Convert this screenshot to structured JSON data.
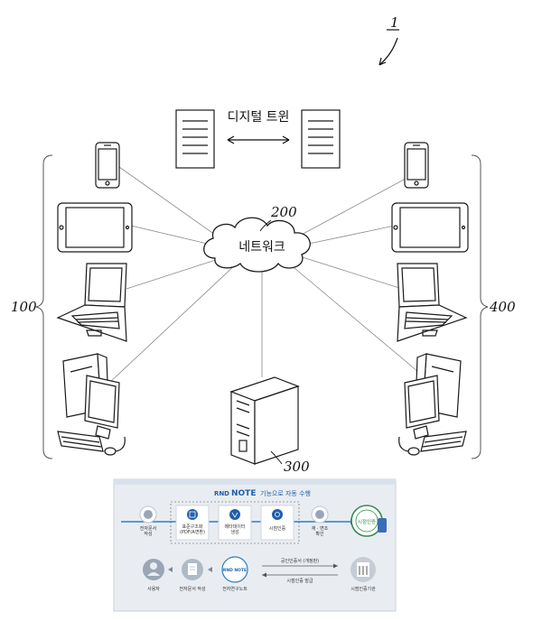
{
  "figure": {
    "ref_numeral": "1",
    "digital_twin_label": "디지털 트윈",
    "network_label": "네트워크",
    "network_ref": "200",
    "left_group_ref": "100",
    "right_group_ref": "400",
    "server_ref": "300"
  },
  "inset": {
    "logo_prefix": "RND",
    "logo_brand": "NOTE",
    "heading_suffix": "기능으로 자동 수행",
    "steps": [
      {
        "label_l1": "전자문서",
        "label_l2": "작성"
      },
      {
        "label_l1": "표준구조화",
        "label_l2": "(PDF/A변환)"
      },
      {
        "label_l1": "메타데이터",
        "label_l2": "생성"
      },
      {
        "label_l1": "시점인증",
        "label_l2": ""
      },
      {
        "label_l1": "재 · 변조",
        "label_l2": "확인"
      }
    ],
    "seal_text": "시점인증",
    "bottom": {
      "user": "사용자",
      "doc": "전자문서 작성",
      "note_chip": "RND NOTE",
      "note_label": "전자연구노트",
      "arrow_top": "공인인증서 (개정판)",
      "arrow_bottom": "시점인증 발급",
      "agency": "시점인증기관"
    }
  },
  "colors": {
    "inset_bg": "#e9edf2",
    "accent_blue": "#1f5fae",
    "line_blue": "#2c7fc4",
    "seal_green": "#2f8c4c"
  }
}
